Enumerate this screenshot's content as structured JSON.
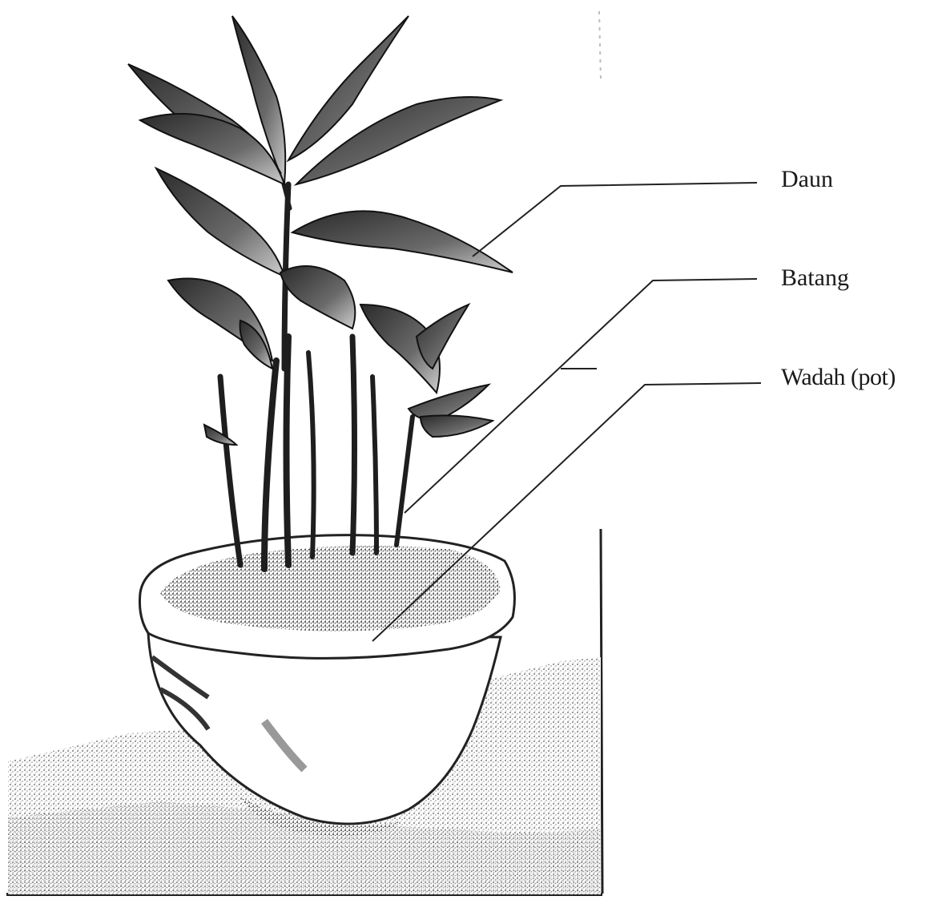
{
  "labels": {
    "daun": "Daun",
    "batang": "Batang",
    "wadah": "Wadah (pot)"
  },
  "colors": {
    "ink": "#1a1a1a",
    "background": "#ffffff",
    "soil_speckle": "#8a8a8a"
  }
}
